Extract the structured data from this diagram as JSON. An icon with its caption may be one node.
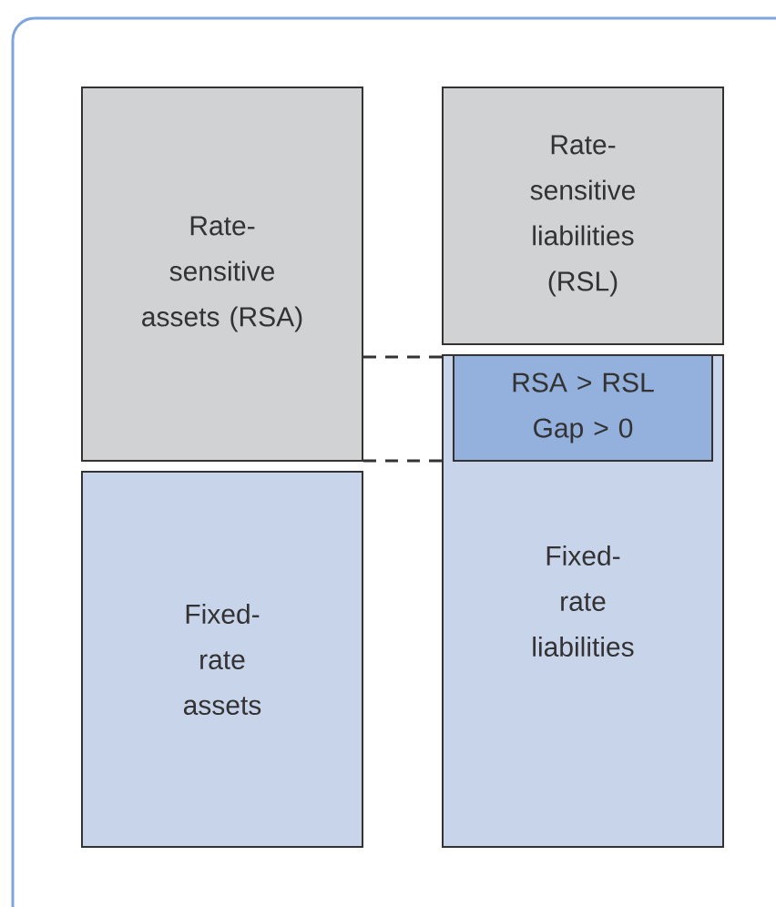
{
  "diagram": {
    "nodes": [
      {
        "text": [
          "Rate-sensitive assets (RSA)"
        ]
      },
      {
        "text": [
          "Rate-sensitive liabilities (RSL)"
        ]
      },
      {
        "text": [
          "Fixed-rate assets"
        ]
      },
      {
        "text": [
          "Fixed-rate liabilities"
        ]
      },
      {
        "text": [
          "RSA > RSL",
          "Gap > 0"
        ],
        "in": 3
      }
    ],
    "edges": [
      {
        "from": 0,
        "to": 3,
        "arrow": "none",
        "style": "dashed"
      },
      {
        "from": 0,
        "to": 3,
        "arrow": "none",
        "style": "dashed"
      }
    ]
  }
}
